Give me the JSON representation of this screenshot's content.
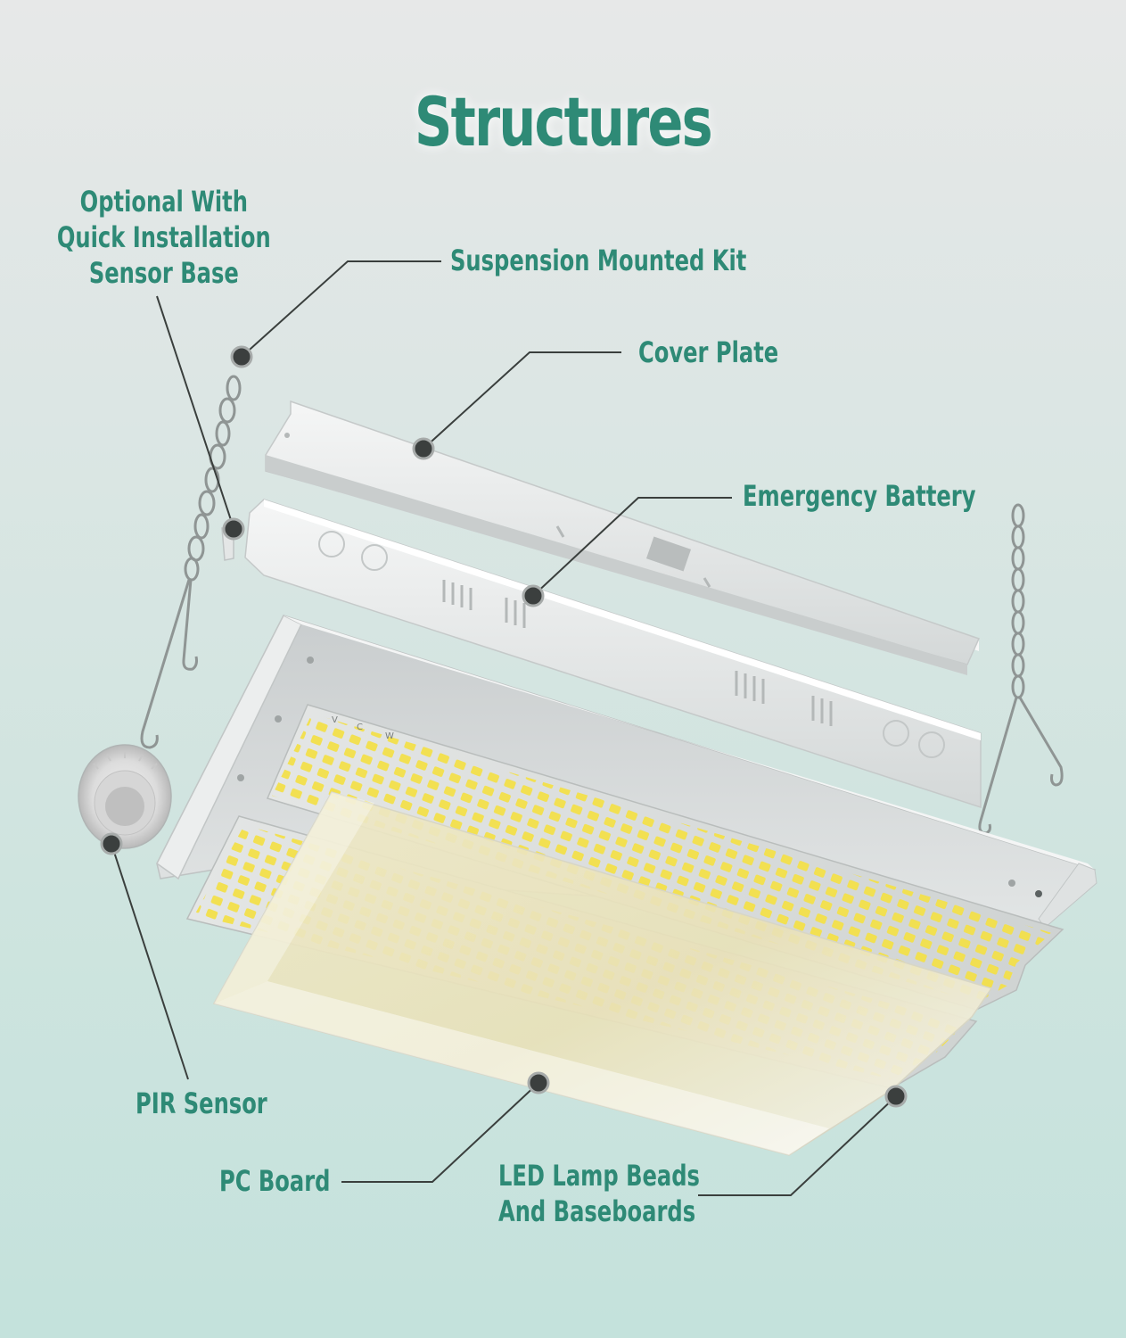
{
  "title": "Structures",
  "labels": {
    "sensor_base": [
      "Optional With",
      "Quick Installation",
      "Sensor Base"
    ],
    "suspension_kit": "Suspension Mounted Kit",
    "cover_plate": "Cover Plate",
    "emergency_battery": "Emergency Battery",
    "pir_sensor": "PIR Sensor",
    "pc_board": "PC Board",
    "led_beads": [
      "LED Lamp Beads",
      "And Baseboards"
    ]
  },
  "colors": {
    "accent": "#2e8a76",
    "leader_line": "#3a3f3d",
    "dot": "#3b3f3e",
    "led": "#f3e04a"
  }
}
